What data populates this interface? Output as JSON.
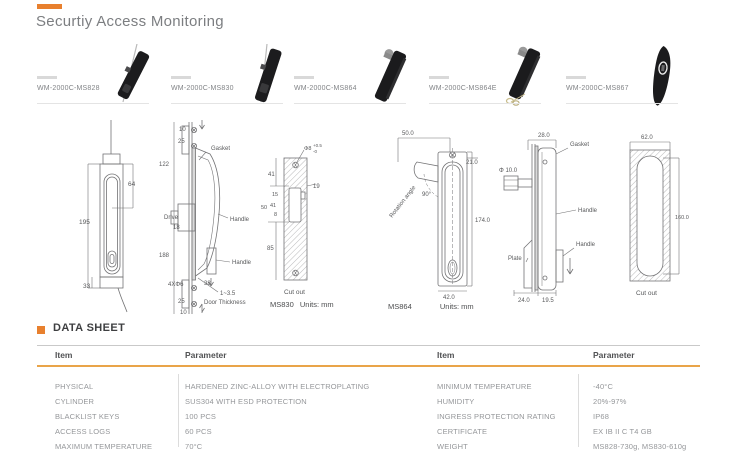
{
  "page": {
    "title": "Securtiy Access Monitoring",
    "accent_color": "#E8802E"
  },
  "products": [
    {
      "label": "WM-2000C-MS828"
    },
    {
      "label": "WM-2000C-MS830"
    },
    {
      "label": "WM-2000C-MS864"
    },
    {
      "label": "WM-2000C-MS864E"
    },
    {
      "label": "WM-2000C-MS867"
    }
  ],
  "drawings": {
    "ms830": {
      "caption": {
        "model": "MS830",
        "units": "Units:  mm"
      },
      "front": {
        "d195": "195",
        "d64": "64",
        "d33": "33"
      },
      "side": {
        "d10_top": "10",
        "d25_top": "25",
        "d122": "122",
        "d188": "188",
        "d25_bot": "25",
        "d10_bot": "10",
        "gasket": "Gasket",
        "drive": "Drive",
        "d18": "18",
        "handle_mid": "Handle",
        "handle_bot": "Handle",
        "holes": "4XΦ6",
        "d38": "38",
        "door_range": "1~3.5",
        "door_label": "Door Thickness"
      },
      "cutout": {
        "hole": "Φ8",
        "tol_plus": "+0.5",
        "tol_minus": "-0",
        "d41_top": "41",
        "d19": "19",
        "d15": "15",
        "d50": "50",
        "d41_mid": "41",
        "d8": "8",
        "d85": "85",
        "label": "Cut out"
      }
    },
    "ms864": {
      "caption": {
        "model": "MS864",
        "units": "Units:  mm"
      },
      "front": {
        "d50": "50.0",
        "d21": "21.0",
        "d90": "90°",
        "rotation": "Rotation angle",
        "d174": "174.0",
        "d42": "42.0"
      },
      "side": {
        "d28": "28.0",
        "gasket": "Gasket",
        "d10": "Φ 10.0",
        "handle_mid": "Handle",
        "plate": "Plate",
        "handle_bot": "Handle",
        "d24": "24.0",
        "d19_5": "19.5"
      },
      "cutout": {
        "d62": "62.0",
        "d160": "160.0",
        "label": "Cut out"
      }
    }
  },
  "datasheet": {
    "heading": "DATA SHEET",
    "headers": [
      "Item",
      "Parameter",
      "Item",
      "Parameter"
    ],
    "left_rows": [
      [
        "PHYSICAL",
        "HARDENED ZINC-ALLOY WITH ELECTROPLATING"
      ],
      [
        "CYLINDER",
        "SUS304 WITH ESD PROTECTION"
      ],
      [
        "BLACKLIST KEYS",
        "100 PCS"
      ],
      [
        "ACCESS LOGS",
        "60 PCS"
      ],
      [
        "MAXIMUM TEMPERATURE",
        "70°C"
      ]
    ],
    "right_rows": [
      [
        "MINIMUM TEMPERATURE",
        "-40°C"
      ],
      [
        "HUMIDITY",
        "20%-97%"
      ],
      [
        "INGRESS PROTECTION RATING",
        "IP68"
      ],
      [
        "CERTIFICATE",
        "EX IB II C T4 GB"
      ],
      [
        "WEIGHT",
        "MS828-730g, MS830-610g"
      ]
    ]
  }
}
